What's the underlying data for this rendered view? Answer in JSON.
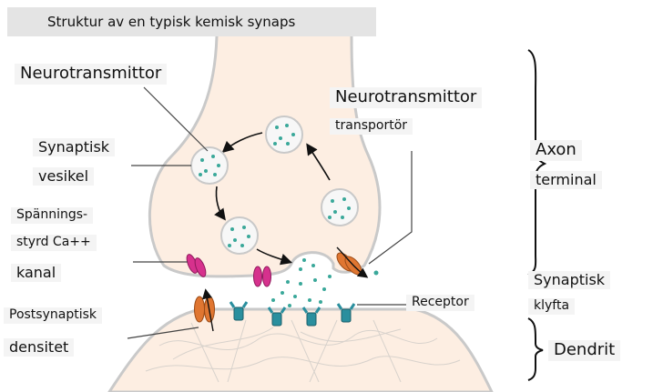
{
  "title": "Struktur av en typisk kemisk synaps",
  "labels": {
    "neurotransmittor": "Neurotransmittor",
    "synaptisk_vesikel_1": "Synaptisk",
    "synaptisk_vesikel_2": "vesikel",
    "spanning_1": "Spännings-",
    "spanning_2": "styrd Ca++",
    "spanning_3": "kanal",
    "postsynaptisk_1": "Postsynaptisk",
    "postsynaptisk_2": "densitet",
    "transporter_1": "Neurotransmittor",
    "transporter_2": "transportör",
    "receptor": "Receptor",
    "axon_1": "Axon",
    "axon_2": "terminal",
    "klyfta_1": "Synaptisk",
    "klyfta_2": "klyfta",
    "dendrit": "Dendrit"
  },
  "colors": {
    "cell_fill": "#fdeee2",
    "cell_stroke": "#c9c9c9",
    "vesicle_fill": "#f7f7f7",
    "transmitter": "#3aa89a",
    "ca_channel": "#d6318d",
    "transporter": "#e07631",
    "receptor": "#2a8f9e",
    "label_bg": "#f4f4f4",
    "title_bg": "#e4e4e4"
  }
}
